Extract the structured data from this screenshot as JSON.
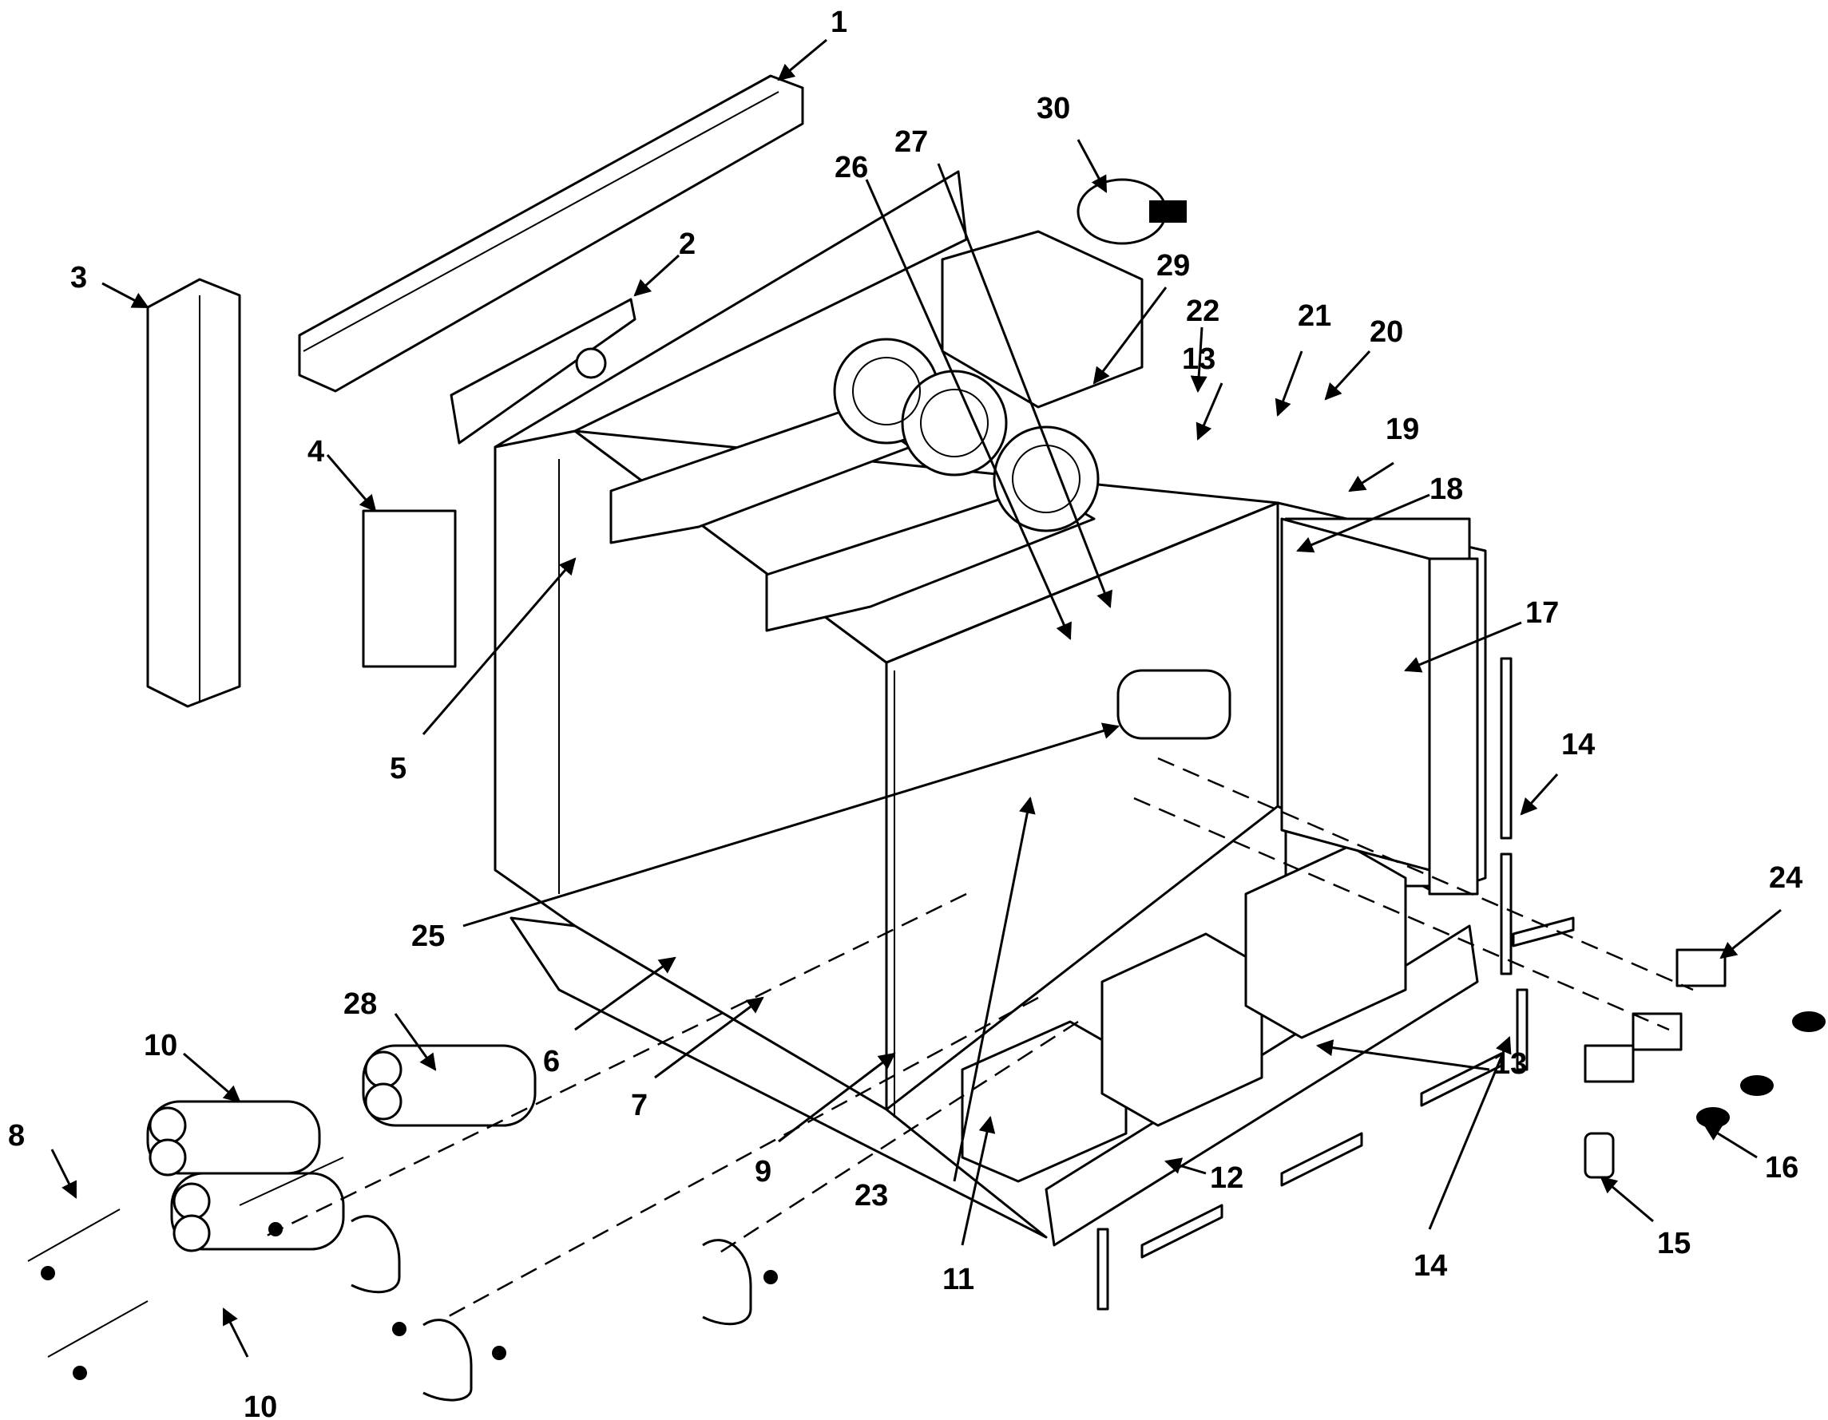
{
  "callouts": {
    "c1": "1",
    "c2": "2",
    "c3": "3",
    "c4": "4",
    "c5": "5",
    "c6": "6",
    "c7": "7",
    "c8": "8",
    "c9": "9",
    "c10a": "10",
    "c10b": "10",
    "c11": "11",
    "c12": "12",
    "c13a": "13",
    "c13b": "13",
    "c14a": "14",
    "c14b": "14",
    "c15": "15",
    "c16": "16",
    "c17": "17",
    "c18": "18",
    "c19": "19",
    "c20": "20",
    "c21": "21",
    "c22": "22",
    "c23": "23",
    "c24": "24",
    "c25": "25",
    "c26": "26",
    "c27": "27",
    "c28": "28",
    "c29": "29",
    "c30": "30"
  }
}
